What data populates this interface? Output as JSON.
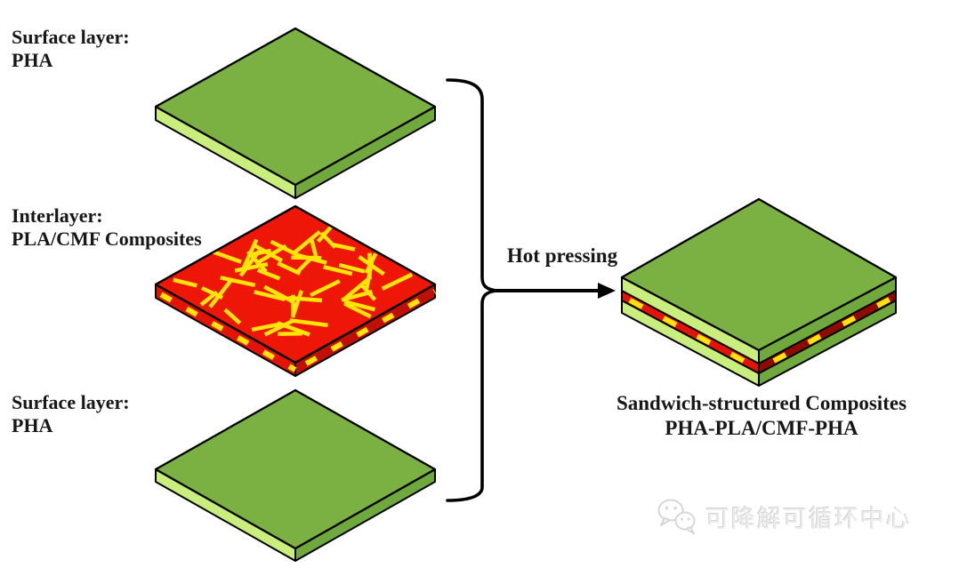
{
  "figure": {
    "layers": [
      {
        "title": "Surface layer:",
        "material": "PHA"
      },
      {
        "title": "Interlayer:",
        "material": "PLA/CMF Composites"
      },
      {
        "title": "Surface layer:",
        "material": "PHA"
      }
    ],
    "process_label": "Hot pressing",
    "result_caption_line1": "Sandwich-structured Composites",
    "result_caption_line2": "PHA-PLA/CMF-PHA"
  },
  "watermark": {
    "icon": "wechat-logo",
    "text": "可降解可循环中心"
  },
  "colors": {
    "green_top": "#7ab142",
    "green_side_dark": "#6fa83c",
    "green_side_light": "#c9ee7e",
    "red_top": "#ee1606",
    "red_side_light": "#e31307",
    "red_side_dark": "#c01005",
    "red_side_darkest": "#8f0b02",
    "fiber_yellow": "#ffe408",
    "outline": "#000000",
    "text": "#171717"
  },
  "fibers": {
    "count": 48
  }
}
